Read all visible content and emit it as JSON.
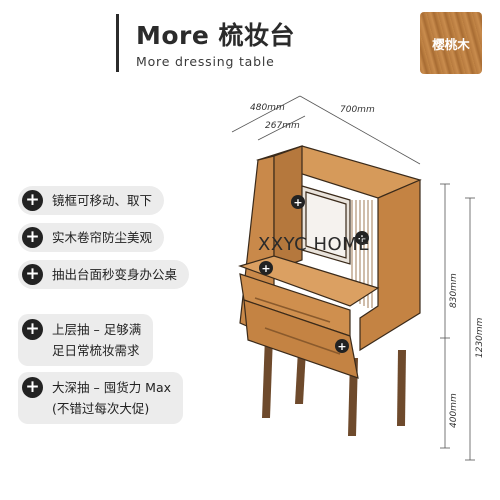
{
  "header": {
    "title": "More 梳妆台",
    "subtitle": "More dressing table",
    "wood_label": "樱桃木"
  },
  "features": [
    {
      "line1": "镜框可移动、取下"
    },
    {
      "line1": "实木卷帘防尘美观"
    },
    {
      "line1": "抽出台面秒变身办公桌"
    },
    {
      "line1": "上层抽 – 足够满",
      "line2": "足日常梳妆需求"
    },
    {
      "line1": "大深抽 – 囤货力 Max",
      "line2": "(不错过每次大促)"
    }
  ],
  "dimensions": {
    "depth_total": "480mm",
    "depth_upper": "267mm",
    "width": "700mm",
    "height_upper": "830mm",
    "height_total": "1230mm",
    "height_legs": "400mm"
  },
  "watermark": "XXYC HOME",
  "colors": {
    "wood": "#c9894a",
    "wood_dark": "#a66a31",
    "legs": "#6e4a2c",
    "dark": "#222222"
  }
}
